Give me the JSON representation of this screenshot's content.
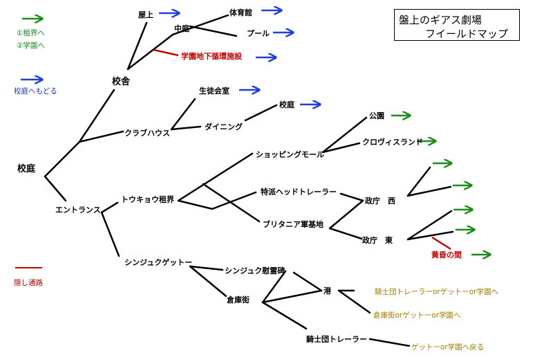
{
  "title": {
    "line1": "盤上のギアス劇場",
    "line2": "フイールドマップ"
  },
  "legend": {
    "green_arrow": {
      "line1": "①租界へ",
      "line2": "②学園へ"
    },
    "blue_arrow": "校庭へもどる",
    "red_line": "隠し通路"
  },
  "nodes": {
    "koutei": "校庭",
    "kousha": "校舎",
    "okujou": "屋上",
    "nakaniwa": "中庭",
    "taiikukan": "体育館",
    "pool": "プール",
    "gakuen_chika": "学園地下循環施設",
    "clubhouse": "クラブハウス",
    "seitokaishitsu": "生徒会室",
    "dining": "ダイニング",
    "koutei2": "校庭",
    "entrance": "エントランス",
    "tokyo": "トウキョウ租界",
    "shopping": "ショッピングモール",
    "park": "公園",
    "clovis": "クロヴィスランド",
    "trailer_tokuha": "特派ヘッドトレーラー",
    "britannia": "ブリタニア軍基地",
    "seichou_nishi": "政庁　西",
    "seichou_higashi": "政庁　東",
    "tasogare": "黄昏の間",
    "shinjuku": "シンジュクゲットー",
    "ireihi": "シンジュク慰霊碑",
    "souko": "倉庫街",
    "minato": "港",
    "kishidan": "騎士団トレーラー",
    "dest1": "騎士団トレーラーorゲットーor学園へ",
    "dest2": "倉庫街orゲットーor学園へ",
    "dest3": "ゲットーor学園へ戻る"
  },
  "colors": {
    "green": "#1a8c1a",
    "blue": "#1f3fd6",
    "red": "#c00000",
    "gold": "#a07800"
  }
}
